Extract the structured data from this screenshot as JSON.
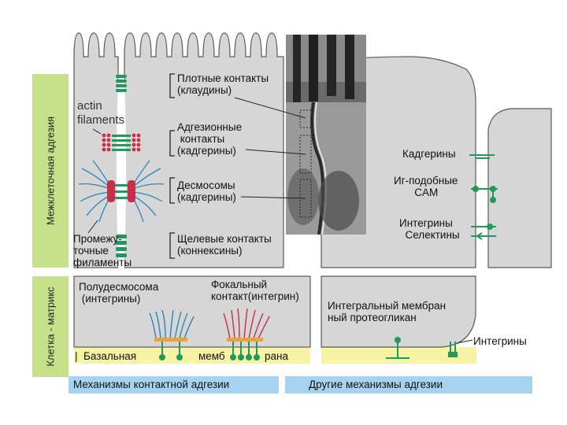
{
  "side_labels": {
    "cell_cell": "Межклеточная адгезия",
    "cell_matrix": "Клетка - матрикс"
  },
  "labels": {
    "actin": "actin\nfilaments",
    "intermediate": "Промежу-\nточные\nфиламенты",
    "tight": "Плотные контакты\n(клаудины)",
    "adherens": "Адгезионные\n контакты\n(кадгерины)",
    "desmosomes": "Десмосомы\n(кадгерины)",
    "gap": "Щелевые контакты\n(коннексины)",
    "hemidesmosome": "Полудесмосома\n (интегрины)",
    "focal": "Фокальный\nконтакт(интегрин)",
    "cadherins": "Кадгерины",
    "ig_cam": "Иг-подобные\n       CAM",
    "integrins_selectins": "Интегрины\n  Селектины",
    "proteoglycan": "Интегральный мембран\nный протеогликан",
    "integrins_right": "Интегрины",
    "basal_1": "|  Базальная",
    "basal_2": "мемб",
    "basal_3": "рана"
  },
  "bottom_bars": {
    "left": "Механизмы контактной адгезии",
    "right": "Другие механизмы адгезии"
  },
  "colors": {
    "cell_fill": "#d6d6d6",
    "cell_stroke": "#5a5a5a",
    "side_green": "#c6e08a",
    "basal_yellow": "#f7f3a4",
    "bar_blue": "#a6d3ef",
    "junction_green": "#1f9a5a",
    "adherens_red": "#c82d4a",
    "filament_blue": "#2b86b8",
    "hemi_orange": "#e8a33c"
  }
}
